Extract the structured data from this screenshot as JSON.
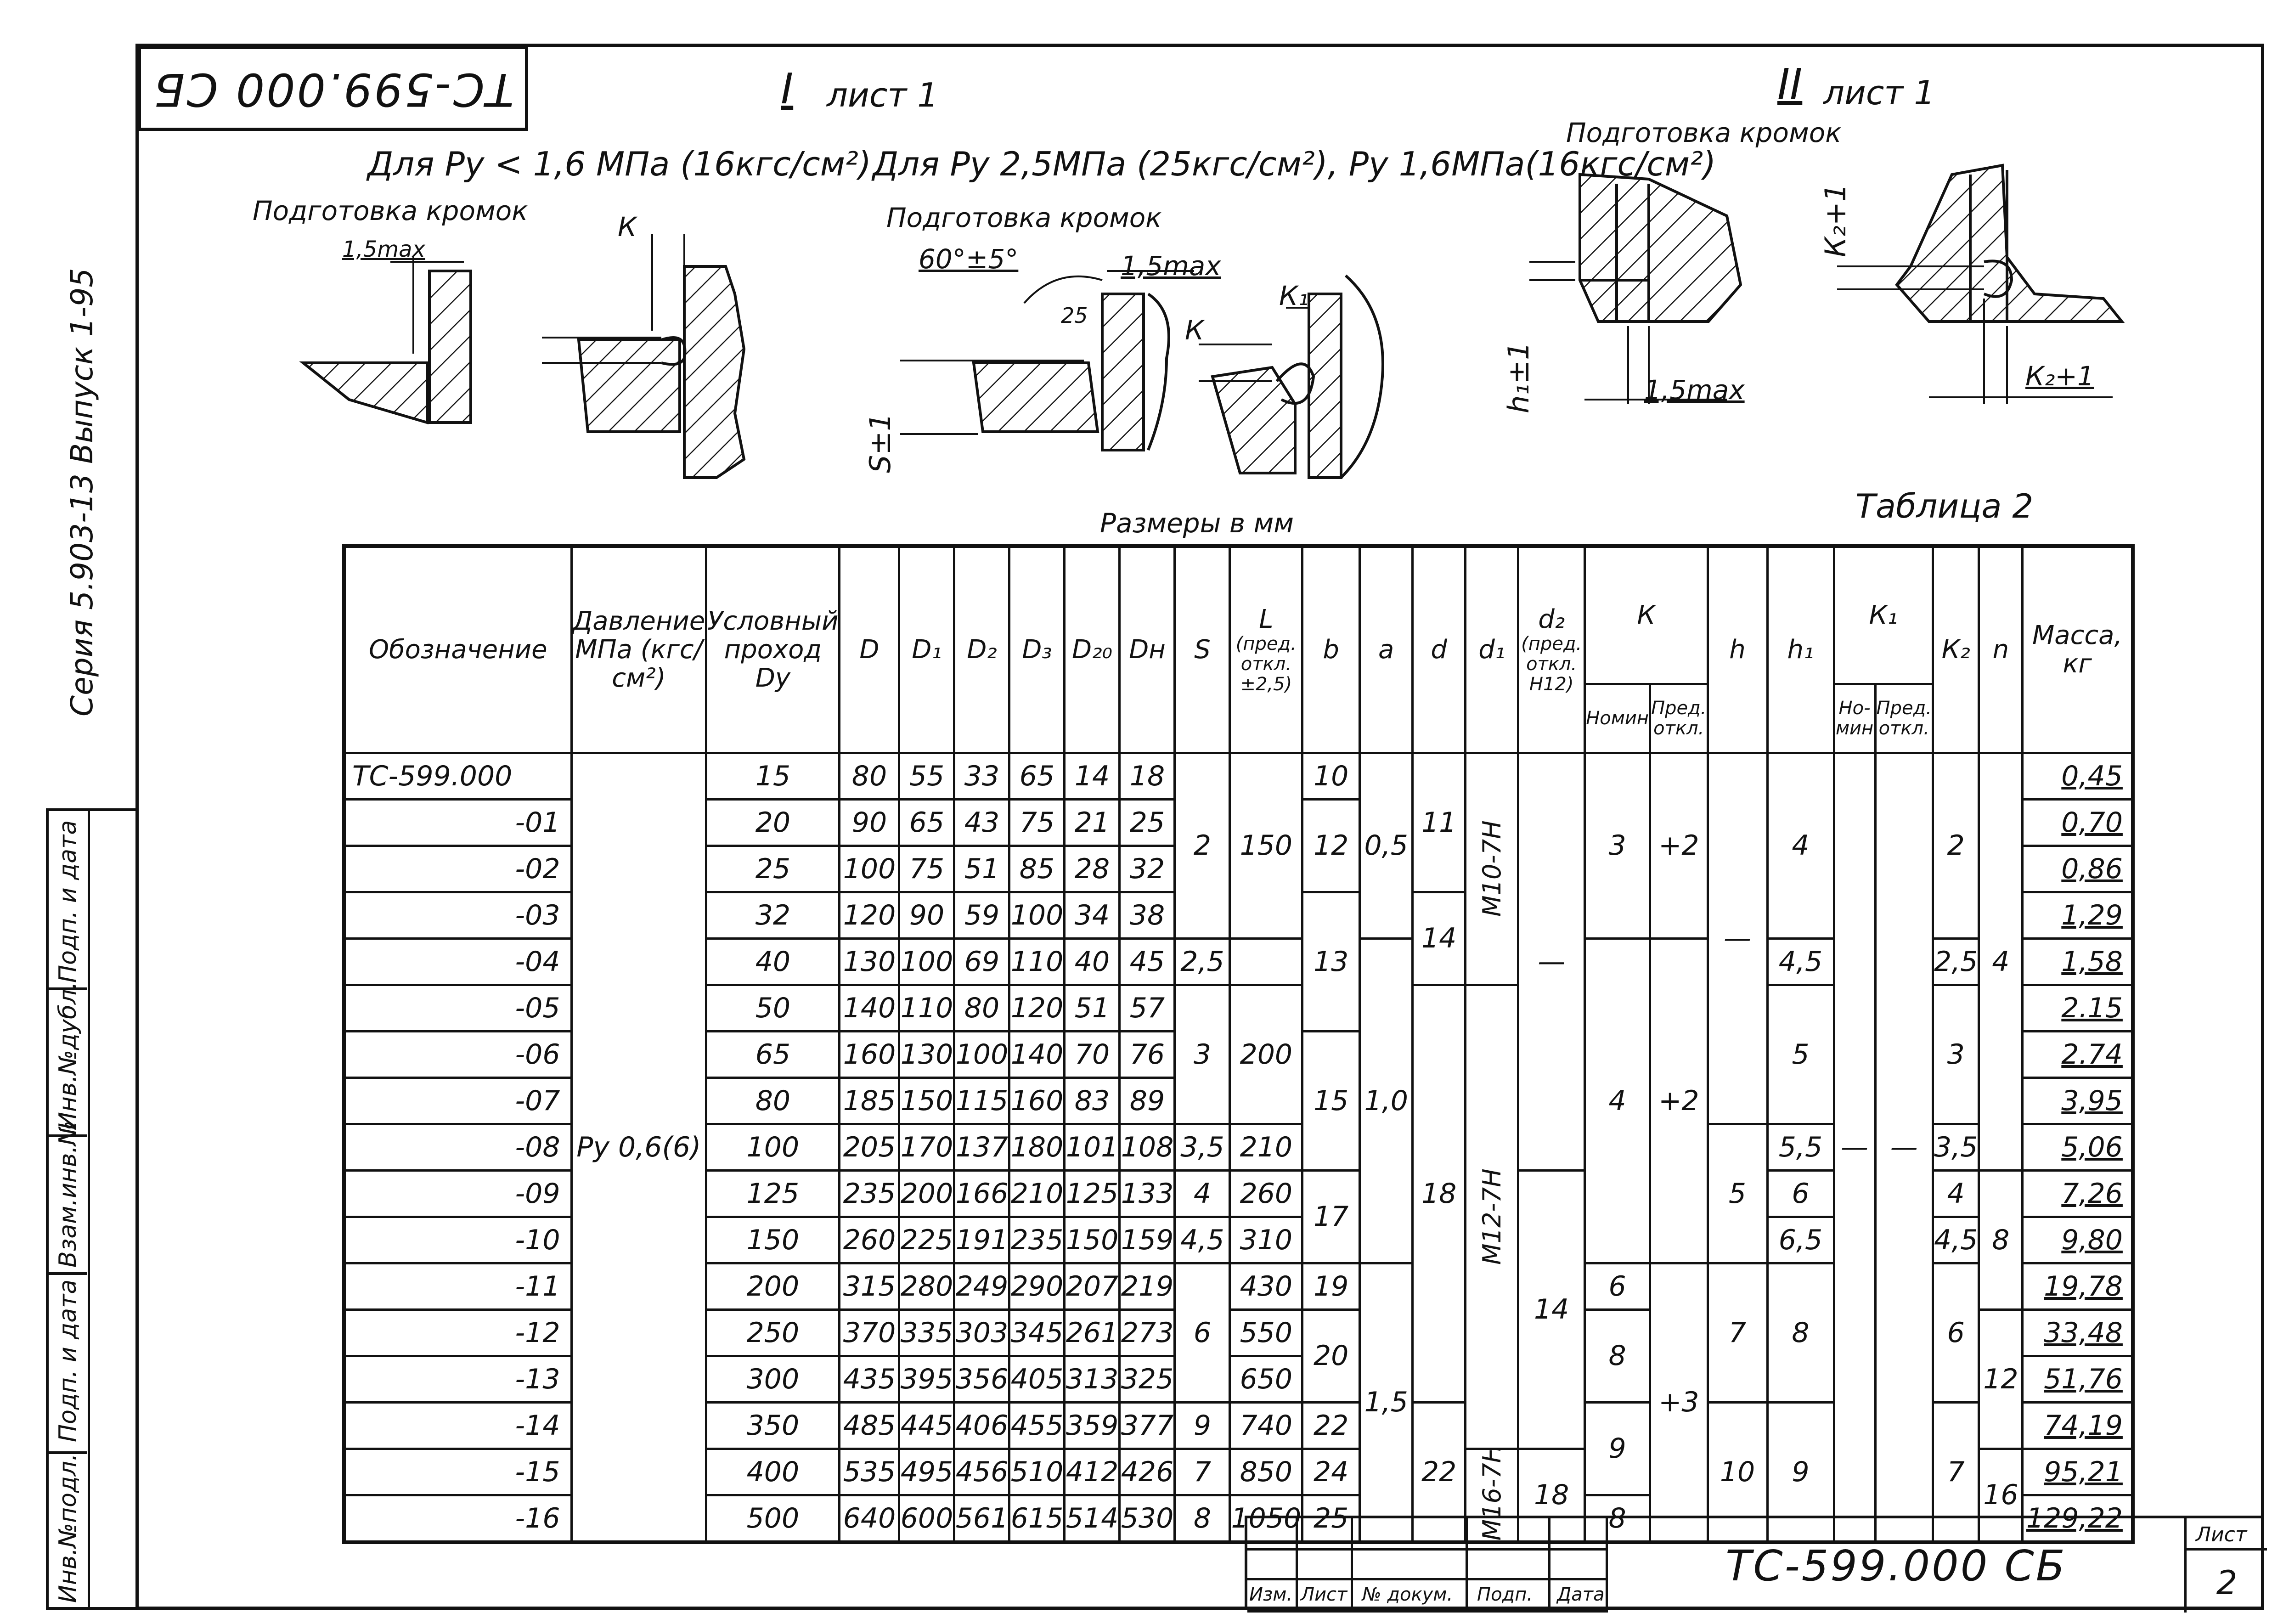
{
  "stamp": {
    "code": "ТС-599.000 СБ"
  },
  "series_label": "Серия 5.903-13 Выпуск 1-95",
  "side_strip": [
    "Инв.№подл.",
    "Подп. и дата",
    "Взам.инв.№",
    "Инв.№дубл.",
    "Подп. и дата"
  ],
  "view1": {
    "title": "I",
    "sheet": "лист 1"
  },
  "view2": {
    "title": "II",
    "sheet": "лист 1"
  },
  "section_a": {
    "title": "Для Ру < 1,6 МПа (16кгс/см²)",
    "prep": "Подготовка кромок",
    "gap": "1,5max",
    "k": "К"
  },
  "section_b": {
    "title": "Для Ру 2,5МПа (25кгс/см²), Ру 1,6МПа(16кгс/см²)",
    "prep": "Подготовка кромок",
    "angle": "60°±5°",
    "gap": "1,5max",
    "dim25": "25",
    "s": "S±1",
    "k": "К",
    "k1": "К₁"
  },
  "section_c": {
    "prep": "Подготовка кромок",
    "h1": "h₁±1",
    "gap": "1,5max",
    "k2a": "К₂+1",
    "k2b": "К₂+1"
  },
  "table_title": "Таблица 2",
  "units": "Размеры в мм",
  "table": {
    "headers": {
      "designation": "Обозначение",
      "pressure": "Давление МПа (кгс/см²)",
      "dy": "Условный проход Dy",
      "D": "D",
      "D1": "D₁",
      "D2": "D₂",
      "D3": "D₃",
      "D20": "D₂₀",
      "DH": "Dн",
      "S": "S",
      "L": "L",
      "L_sub": "(пред. откл. ±2,5)",
      "b": "b",
      "a": "a",
      "d": "d",
      "d1": "d₁",
      "d2": "d₂",
      "d2_sub": "(пред. откл. Н12)",
      "k": "К",
      "k_nom": "Номин",
      "k_tol": "Пред. откл.",
      "h": "h",
      "h1": "h₁",
      "k1": "К₁",
      "k1_nom": "Но-мин",
      "k1_tol": "Пред. откл.",
      "k2": "К₂",
      "n": "n",
      "mass": "Масса, кг"
    },
    "pressure_value": "Ру 0,6(6)",
    "rows": [
      {
        "des": "ТС-599.000",
        "dy": "15",
        "D": "80",
        "D1": "55",
        "D2": "33",
        "D3": "65",
        "D20": "14",
        "DH": "18",
        "mass": "0,45"
      },
      {
        "des": "-01",
        "dy": "20",
        "D": "90",
        "D1": "65",
        "D2": "43",
        "D3": "75",
        "D20": "21",
        "DH": "25",
        "mass": "0,70"
      },
      {
        "des": "-02",
        "dy": "25",
        "D": "100",
        "D1": "75",
        "D2": "51",
        "D3": "85",
        "D20": "28",
        "DH": "32",
        "mass": "0,86"
      },
      {
        "des": "-03",
        "dy": "32",
        "D": "120",
        "D1": "90",
        "D2": "59",
        "D3": "100",
        "D20": "34",
        "DH": "38",
        "mass": "1,29"
      },
      {
        "des": "-04",
        "dy": "40",
        "D": "130",
        "D1": "100",
        "D2": "69",
        "D3": "110",
        "D20": "40",
        "DH": "45",
        "mass": "1,58"
      },
      {
        "des": "-05",
        "dy": "50",
        "D": "140",
        "D1": "110",
        "D2": "80",
        "D3": "120",
        "D20": "51",
        "DH": "57",
        "mass": "2.15"
      },
      {
        "des": "-06",
        "dy": "65",
        "D": "160",
        "D1": "130",
        "D2": "100",
        "D3": "140",
        "D20": "70",
        "DH": "76",
        "mass": "2.74"
      },
      {
        "des": "-07",
        "dy": "80",
        "D": "185",
        "D1": "150",
        "D2": "115",
        "D3": "160",
        "D20": "83",
        "DH": "89",
        "mass": "3,95"
      },
      {
        "des": "-08",
        "dy": "100",
        "D": "205",
        "D1": "170",
        "D2": "137",
        "D3": "180",
        "D20": "101",
        "DH": "108",
        "mass": "5,06"
      },
      {
        "des": "-09",
        "dy": "125",
        "D": "235",
        "D1": "200",
        "D2": "166",
        "D3": "210",
        "D20": "125",
        "DH": "133",
        "mass": "7,26"
      },
      {
        "des": "-10",
        "dy": "150",
        "D": "260",
        "D1": "225",
        "D2": "191",
        "D3": "235",
        "D20": "150",
        "DH": "159",
        "mass": "9,80"
      },
      {
        "des": "-11",
        "dy": "200",
        "D": "315",
        "D1": "280",
        "D2": "249",
        "D3": "290",
        "D20": "207",
        "DH": "219",
        "mass": "19,78"
      },
      {
        "des": "-12",
        "dy": "250",
        "D": "370",
        "D1": "335",
        "D2": "303",
        "D3": "345",
        "D20": "261",
        "DH": "273",
        "mass": "33,48"
      },
      {
        "des": "-13",
        "dy": "300",
        "D": "435",
        "D1": "395",
        "D2": "356",
        "D3": "405",
        "D20": "313",
        "DH": "325",
        "mass": "51,76"
      },
      {
        "des": "-14",
        "dy": "350",
        "D": "485",
        "D1": "445",
        "D2": "406",
        "D3": "455",
        "D20": "359",
        "DH": "377",
        "mass": "74,19"
      },
      {
        "des": "-15",
        "dy": "400",
        "D": "535",
        "D1": "495",
        "D2": "456",
        "D3": "510",
        "D20": "412",
        "DH": "426",
        "mass": "95,21"
      },
      {
        "des": "-16",
        "dy": "500",
        "D": "640",
        "D1": "600",
        "D2": "561",
        "D3": "615",
        "D20": "514",
        "DH": "530",
        "mass": "129,22"
      }
    ],
    "S": [
      "2",
      "2,5",
      "3",
      "3,5",
      "4",
      "4,5",
      "6",
      "9",
      "7",
      "8"
    ],
    "L": [
      "150",
      "200",
      "210",
      "260",
      "310",
      "430",
      "550",
      "650",
      "740",
      "850",
      "1050"
    ],
    "b": [
      "10",
      "12",
      "13",
      "15",
      "17",
      "19",
      "20",
      "22",
      "24",
      "25"
    ],
    "a": [
      "0,5",
      "1,0",
      "1,5"
    ],
    "d": [
      "11",
      "14",
      "18",
      "22"
    ],
    "d1": [
      "М10-7Н",
      "М12-7Н",
      "М16-7Н"
    ],
    "d2": [
      "—",
      "14",
      "18"
    ],
    "k_nom": [
      "3",
      "4",
      "6",
      "8",
      "9",
      "8"
    ],
    "k_tol": [
      "+2",
      "+2",
      "+3"
    ],
    "h": [
      "—",
      "5",
      "7",
      "10"
    ],
    "h1": [
      "4",
      "4,5",
      "5",
      "5,5",
      "6",
      "6,5",
      "8",
      "9"
    ],
    "k1": [
      "—",
      "—"
    ],
    "k2": [
      "2",
      "2,5",
      "3",
      "3,5",
      "4",
      "4,5",
      "6",
      "7"
    ],
    "n": [
      "4",
      "8",
      "12",
      "16"
    ]
  },
  "title_block": {
    "labels": [
      "Изм.",
      "Лист",
      "№ докум.",
      "Подп.",
      "Дата"
    ],
    "code": "ТС-599.000 СБ",
    "sheet_label": "Лист",
    "sheet_no": "2"
  }
}
